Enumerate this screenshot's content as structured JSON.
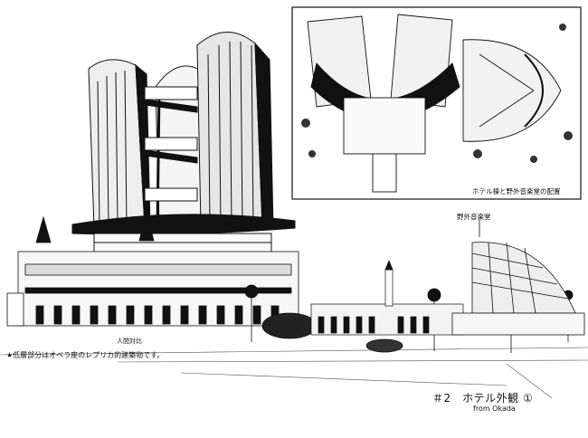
{
  "inset_caption": "ホテル棟と野外音楽堂の配置",
  "label_outdoor_hall": "野外音楽堂",
  "label_human_scale": "人間対比",
  "note_lowrise": "★低層部分はオペラ座のレプリカ的建築物です。",
  "title": "＃2　ホテル外観 ①",
  "credit": "from Okada",
  "colors": {
    "ink": "#111111",
    "paper": "#ffffff",
    "tone": "#dcdcdc"
  }
}
